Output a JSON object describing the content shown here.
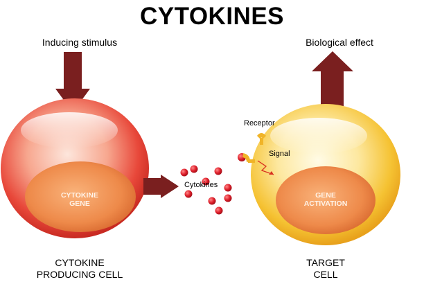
{
  "title": "CYTOKINES",
  "inducing_stimulus": "Inducing stimulus",
  "biological_effect": "Biological effect",
  "producing_cell": {
    "nucleus_line1": "CYTOKINE",
    "nucleus_line2": "GENE",
    "caption_line1": "CYTOKINE",
    "caption_line2": "PRODUCING CELL"
  },
  "target_cell": {
    "nucleus_line1": "GENE",
    "nucleus_line2": "ACTIVATION",
    "caption_line1": "TARGET",
    "caption_line2": "CELL"
  },
  "labels": {
    "cytokines": "Cytokines",
    "receptor": "Receptor",
    "signal": "Signal"
  },
  "colors": {
    "arrow": "#7a1f1f",
    "producing_cell": "#e8483a",
    "target_cell": "#f5c232",
    "nucleus": "#e87a3e",
    "cytokine_dot": "#e0202c",
    "receptor": "#f0b428",
    "signal": "#d83020"
  }
}
